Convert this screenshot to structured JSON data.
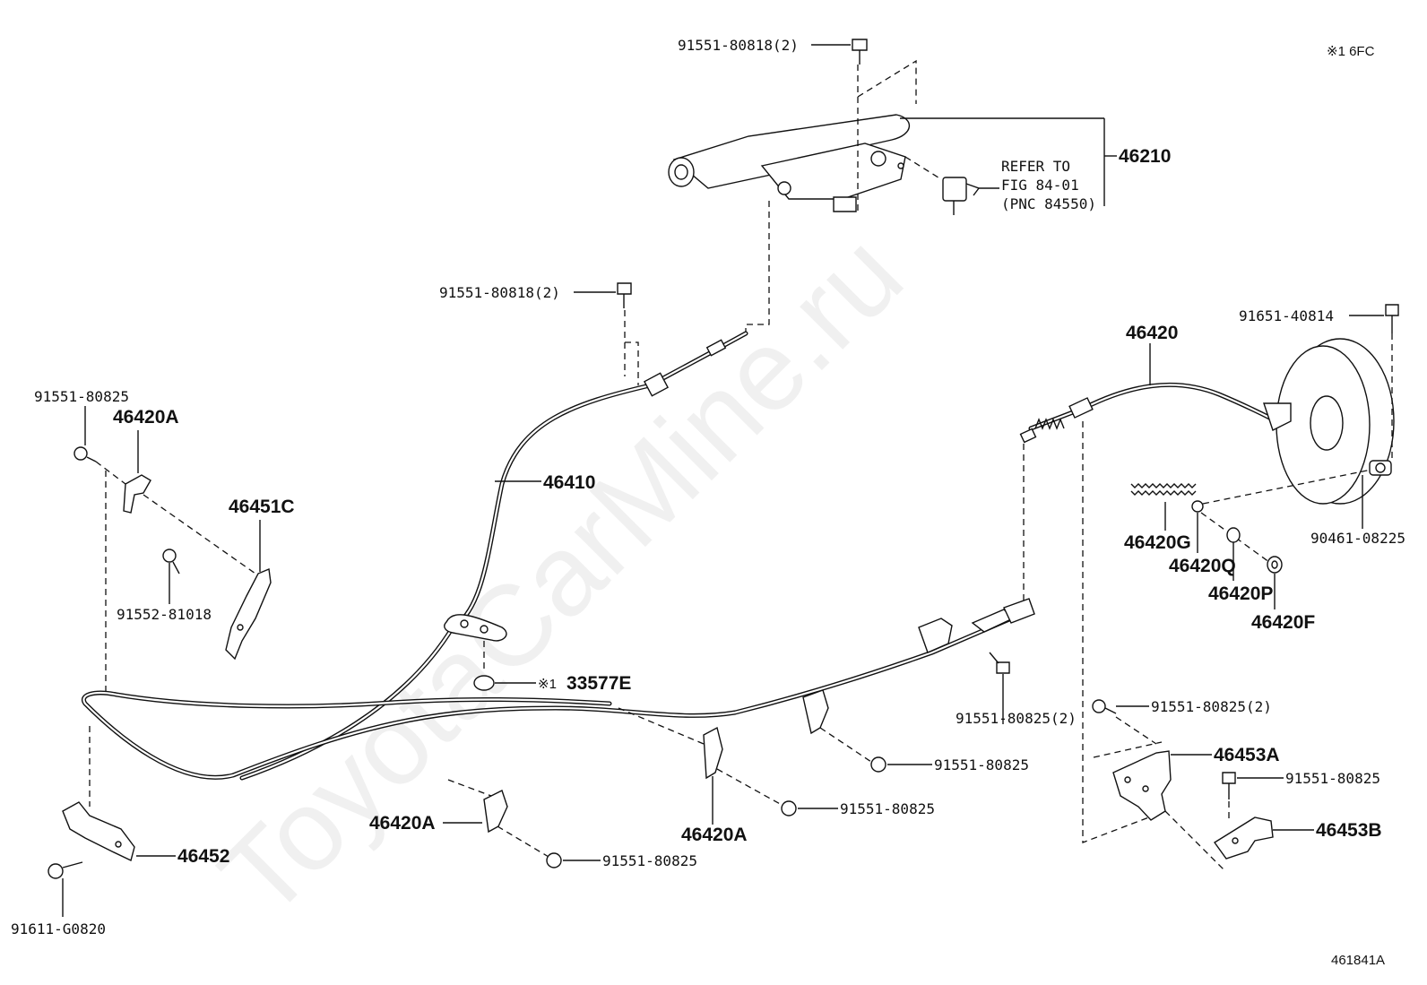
{
  "watermark": "ToyotaCarMine.ru",
  "note": "※1 6FC",
  "figure_id": "461841A",
  "refer": {
    "line1": "REFER TO",
    "line2": "FIG 84-01",
    "line3": "(PNC 84550)"
  },
  "labels": {
    "p46210": "46210",
    "b_top": "91551-80818(2)",
    "b_mid": "91551-80818(2)",
    "p46410": "46410",
    "p46420": "46420",
    "b_91651": "91651-40814",
    "b_90461": "90461-08225",
    "p46420G": "46420G",
    "p46420Q": "46420Q",
    "p46420P": "46420P",
    "p46420F": "46420F",
    "b_left_top": "91551-80825",
    "p46420A_top": "46420A",
    "p46451C": "46451C",
    "b_91552": "91552-81018",
    "p33577E_mark": "※1",
    "p33577E": "33577E",
    "b_center_right2": "91551-80825(2)",
    "b_right_2": "91551-80825(2)",
    "p46453A": "46453A",
    "b_right_single": "91551-80825",
    "p46453B": "46453B",
    "b_center": "91551-80825",
    "b_center_low": "91551-80825",
    "p46420A_mid": "46420A",
    "p46420A_low": "46420A",
    "b_bottom": "91551-80825",
    "p46452": "46452",
    "b_91611": "91611-G0820"
  }
}
